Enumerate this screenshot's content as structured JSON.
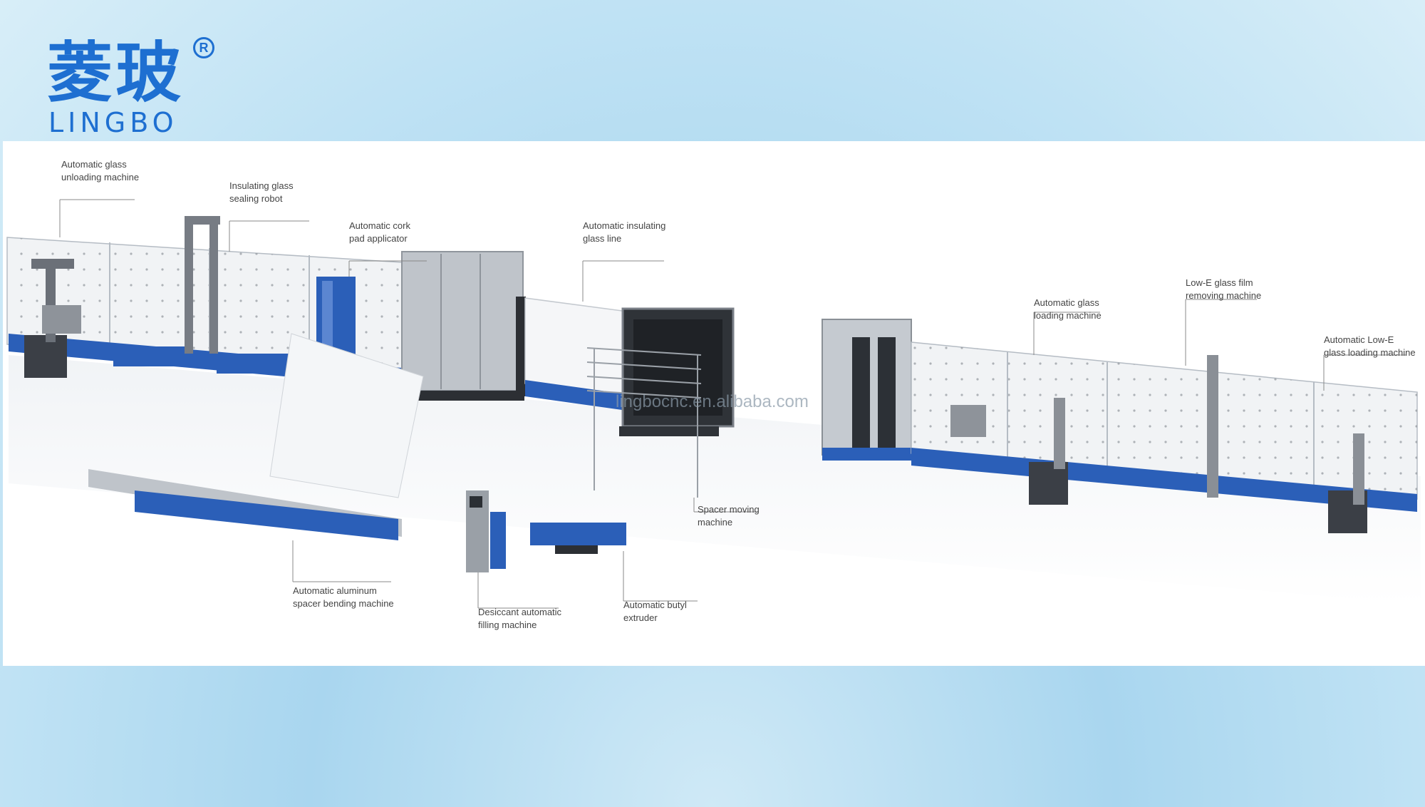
{
  "logo": {
    "cn": "菱玻",
    "en": "LINGBO",
    "reg": "R"
  },
  "watermark": "lingbocnc.en.alibaba.com",
  "labels": {
    "unloading": "Automatic glass\nunloading machine",
    "sealing_robot": "Insulating glass\nsealing robot",
    "cork": "Automatic cork\npad applicator",
    "ig_line": "Automatic insulating\nglass line",
    "loading": "Automatic glass\nloading machine",
    "lowe_film": "Low-E glass film\nremoving machine",
    "lowe_loading": "Automatic Low-E\nglass loading machine",
    "bending": "Automatic aluminum\nspacer bending machine",
    "desiccant": "Desiccant automatic\nfilling machine",
    "butyl": "Automatic butyl\nextruder",
    "spacer_moving": "Spacer moving\nmachine"
  },
  "colors": {
    "brand": "#1e6fd1",
    "conveyor": "#2b5fb8",
    "frame": "#f1f3f5"
  }
}
